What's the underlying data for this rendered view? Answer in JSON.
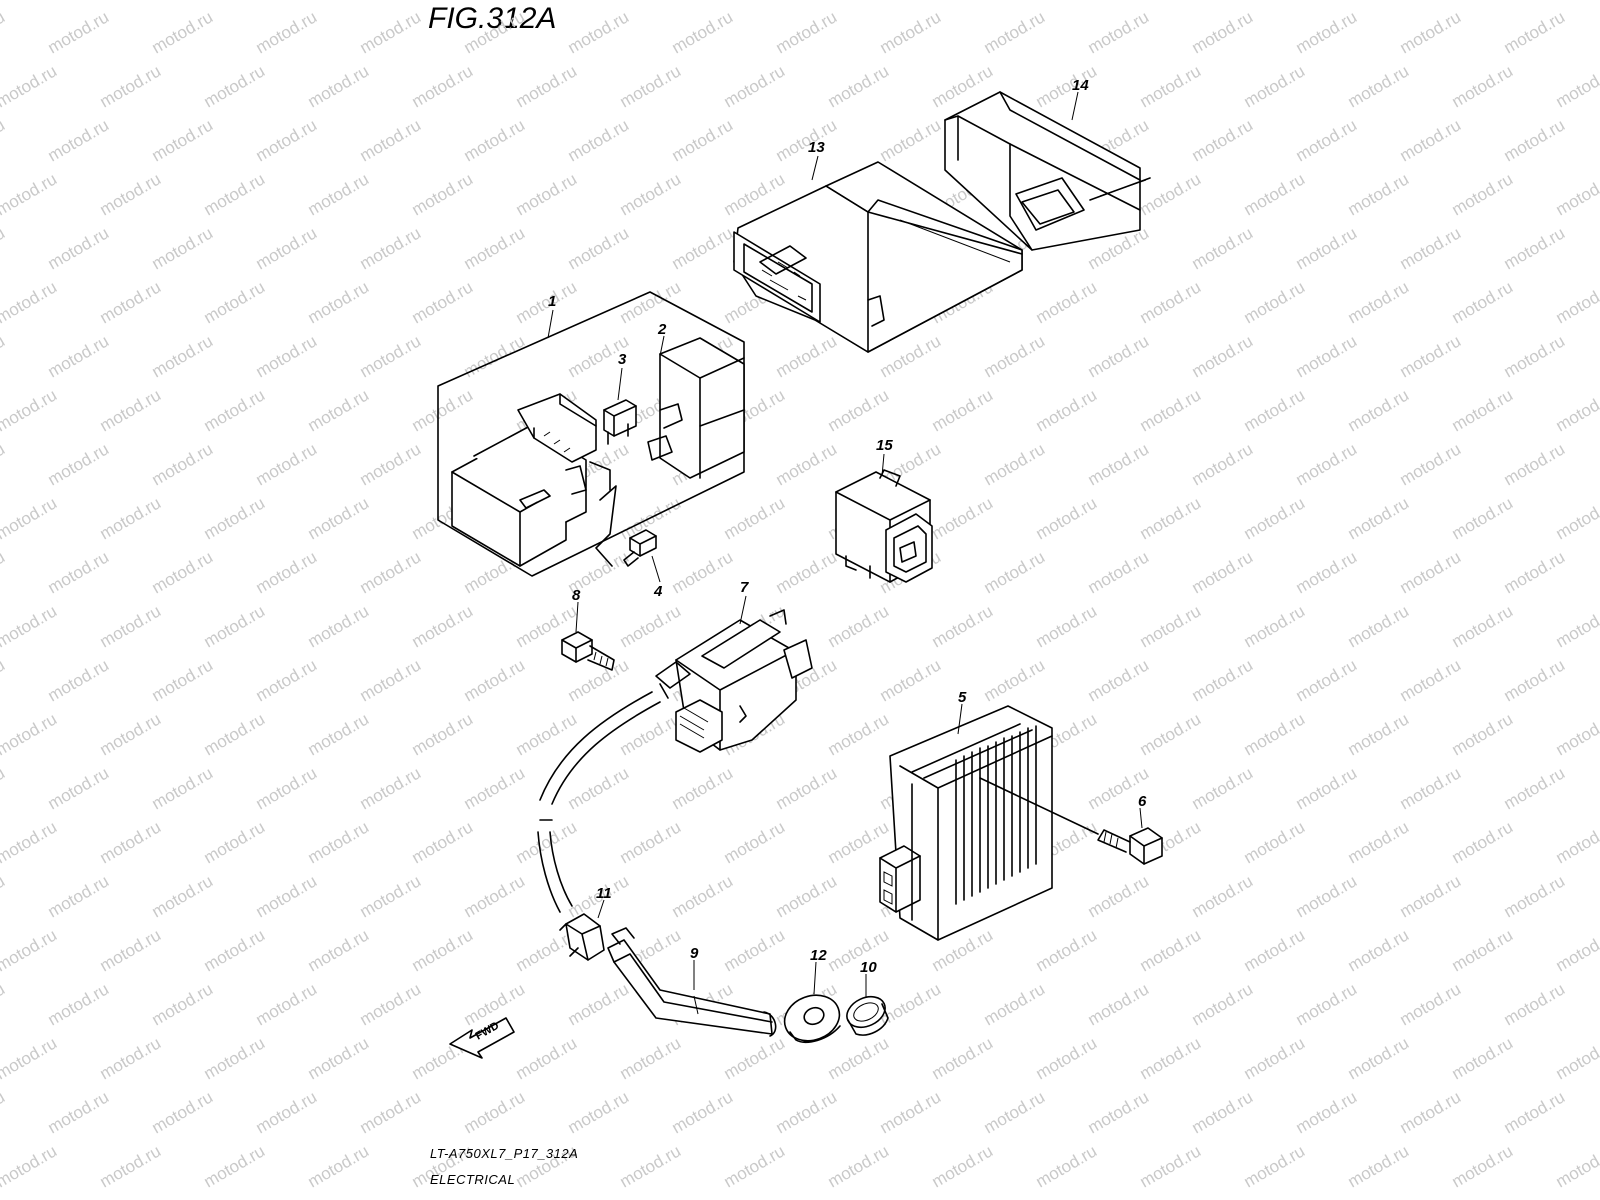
{
  "figure": {
    "title": "FIG.312A",
    "model_code": "LT-A750XL7_P17_312A",
    "section": "ELECTRICAL",
    "fwd_label": "FWD",
    "watermark": "motod.ru"
  },
  "callouts": {
    "c1": "1",
    "c2": "2",
    "c3": "3",
    "c4": "4",
    "c5": "5",
    "c6": "6",
    "c7": "7",
    "c8": "8",
    "c9": "9",
    "c10": "10",
    "c11": "11",
    "c12": "12",
    "c13": "13",
    "c14": "14",
    "c15": "15"
  },
  "colors": {
    "line": "#000000",
    "watermark": "#c9c9c9",
    "background": "#ffffff"
  }
}
